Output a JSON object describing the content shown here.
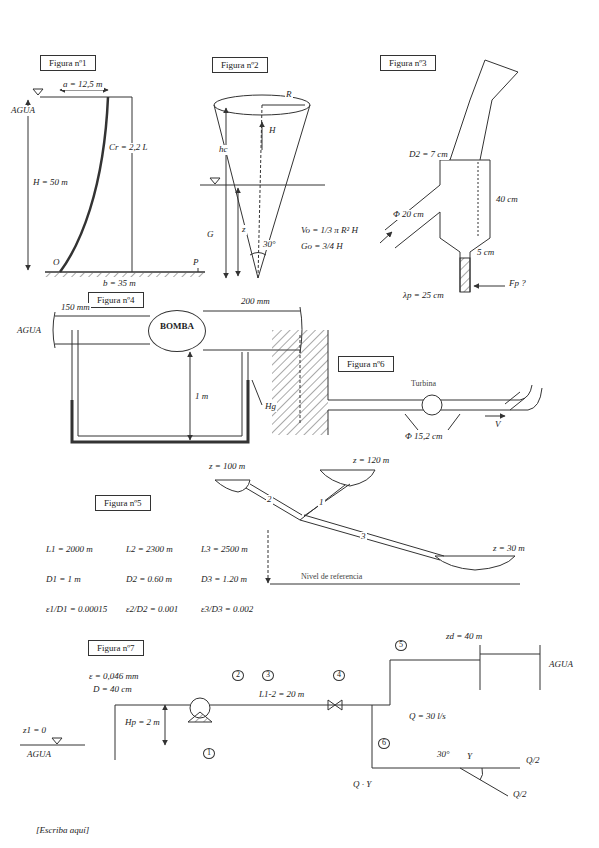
{
  "diagram": {
    "nodes": [
      {
        "text": [
          "Figura nº1"
        ]
      },
      {
        "text": [
          "Figura nº2"
        ]
      },
      {
        "text": [
          "Figura nº3"
        ]
      },
      {
        "text": [
          "Figura nº4"
        ]
      },
      {
        "text": [
          "BOMBA"
        ]
      },
      {
        "text": [
          "Figura nº6"
        ]
      },
      {
        "text": [
          "Figura nº5"
        ]
      },
      {
        "text": [
          "Figura nº7"
        ]
      }
    ],
    "labels": [
      "a = 12,5 m",
      "AGUA",
      "H = 50 m",
      "Cr = 2,2 L",
      "O",
      "P",
      "b = 35 m",
      "R",
      "hc",
      "G",
      "H",
      "z",
      "30°",
      "Vo = 1/3 π R² H",
      "Go = 3/4 H",
      "D2 = 7 cm",
      "Φ 20 cm",
      "40 cm",
      "5 cm",
      "λp = 25 cm",
      "Fp ?",
      "150 mm",
      "200 mm",
      "AGUA",
      "1 m",
      "Hg",
      "Turbina",
      "Φ 15,2 cm",
      "V",
      "z = 100 m",
      "z = 120 m",
      "z = 30 m",
      "1",
      "2",
      "3",
      "Nivel de referencia",
      "L1 = 2000 m",
      "L2 = 2300 m",
      "L3 = 2500 m",
      "D1 = 1 m",
      "D2 = 0.60 m",
      "D3 = 1.20 m",
      "ε1/D1 = 0.00015",
      "ε2/D2 = 0.001",
      "ε3/D3 = 0.002",
      "ε = 0,046 mm",
      "D = 40 cm",
      "z1 = 0",
      "AGUA",
      "Hp = 2 m",
      "1",
      "2",
      "3",
      "4",
      "5",
      "6",
      "L1-2 = 20 m",
      "Q = 30 l/s",
      "zd = 40 m",
      "AGUA",
      "30°",
      "Y",
      "Q · Y",
      "Q/2",
      "Q/2",
      "[Escriba aquí]"
    ]
  }
}
